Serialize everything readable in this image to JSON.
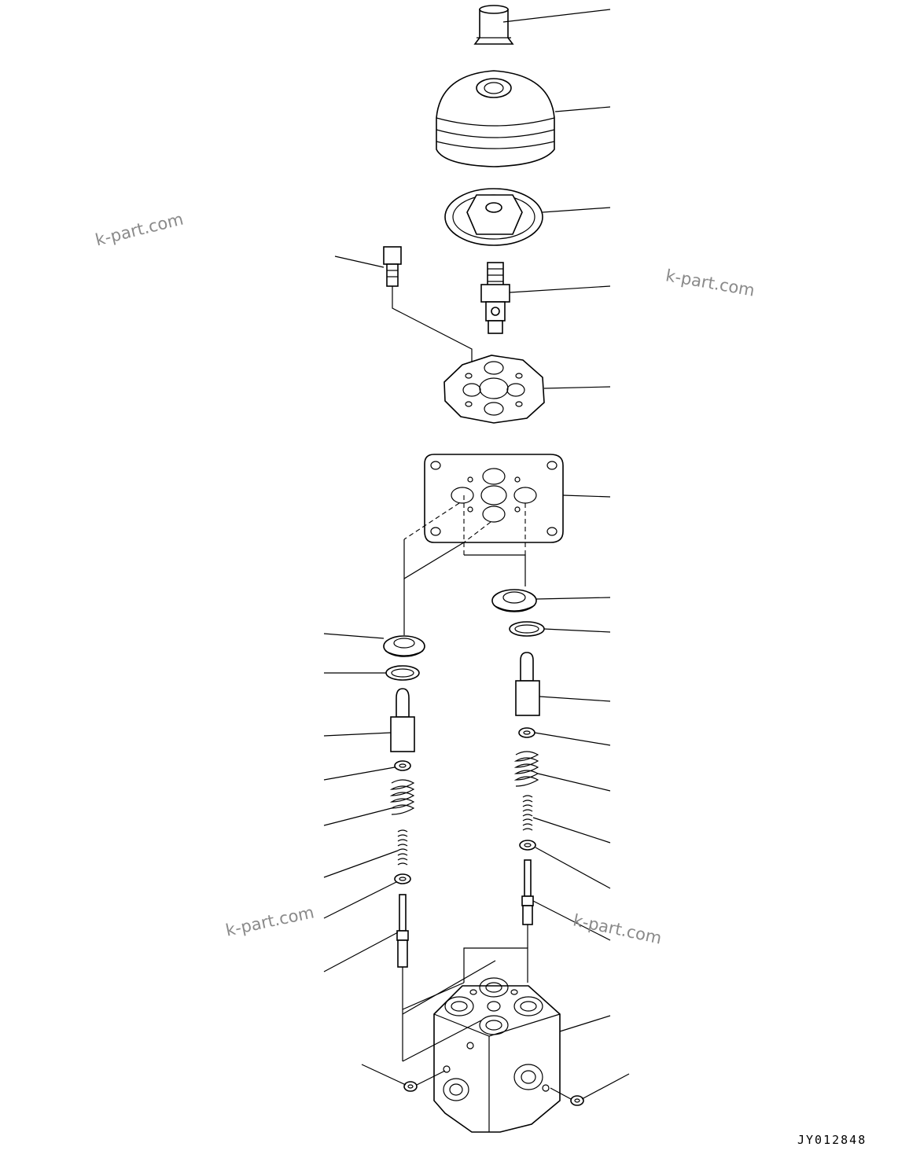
{
  "watermarks": [
    "k-part.com",
    "k-part.com",
    "k-part.com",
    "k-part.com"
  ],
  "drawing_code": "JY012848",
  "style": {
    "line_color": "#000000",
    "background": "#ffffff",
    "watermark_color": "#8a8a8a"
  },
  "icons": [
    "nut-icon",
    "rubber-boot-icon",
    "plate-nut-icon",
    "universal-joint-icon",
    "bolt-icon",
    "cam-plate-icon",
    "gasket-plate-icon",
    "plug-icon",
    "o-ring-icon",
    "piston-icon",
    "washer-icon",
    "spring-icon",
    "spool-icon",
    "valve-body-icon",
    "fitting-icon"
  ]
}
